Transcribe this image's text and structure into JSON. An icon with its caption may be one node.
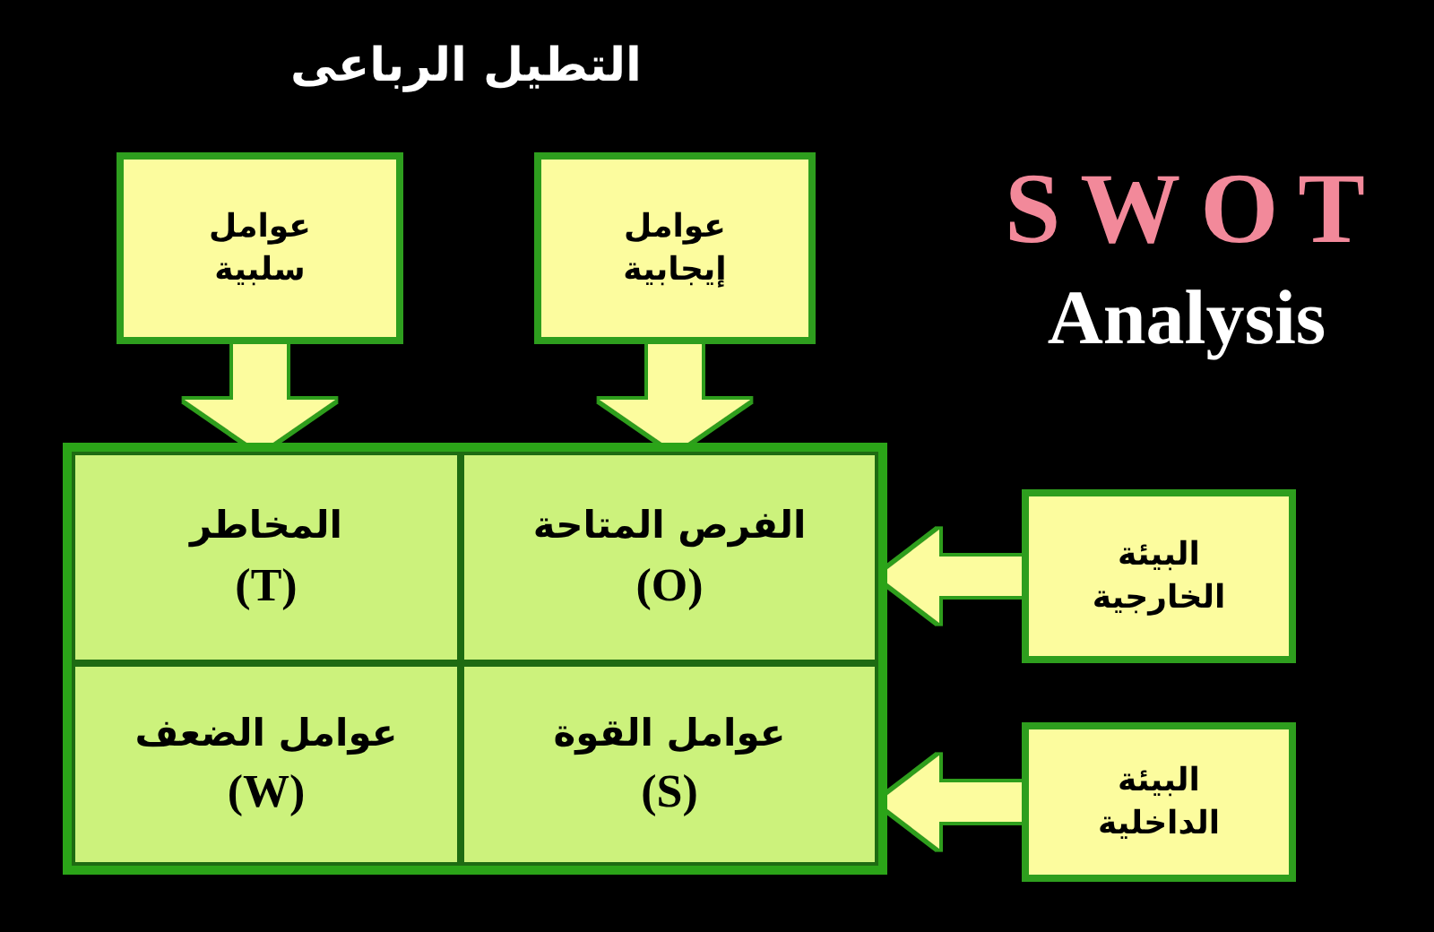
{
  "diagram": {
    "title": "التطيل الرباعى",
    "nodes": [
      {
        "text": [
          "عوامل سلبية"
        ]
      },
      {
        "text": [
          "عوامل إيجابية"
        ]
      },
      {
        "text": [],
        "shape": "box"
      },
      {
        "text": [
          "المخاطر",
          "(T)"
        ],
        "in": 2
      },
      {
        "text": [
          "الفرص المتاحة",
          "(O)"
        ],
        "in": 2
      },
      {
        "text": [
          "البيئة الخارجية"
        ]
      },
      {
        "text": [
          "عوامل الضعف",
          "(W)"
        ],
        "in": 2
      },
      {
        "text": [
          "عوامل القوة",
          "(S)"
        ],
        "in": 2
      },
      {
        "text": [
          "البيئة الداخلية"
        ]
      }
    ],
    "edges": [
      {
        "from": 0,
        "to": 3,
        "arrow": "to"
      },
      {
        "from": 1,
        "to": 4,
        "arrow": "to"
      },
      {
        "from": 5,
        "to": 4,
        "arrow": "to"
      },
      {
        "from": 8,
        "to": 7,
        "arrow": "to"
      }
    ],
    "labels": [
      "SWOT",
      "Analysis"
    ]
  }
}
